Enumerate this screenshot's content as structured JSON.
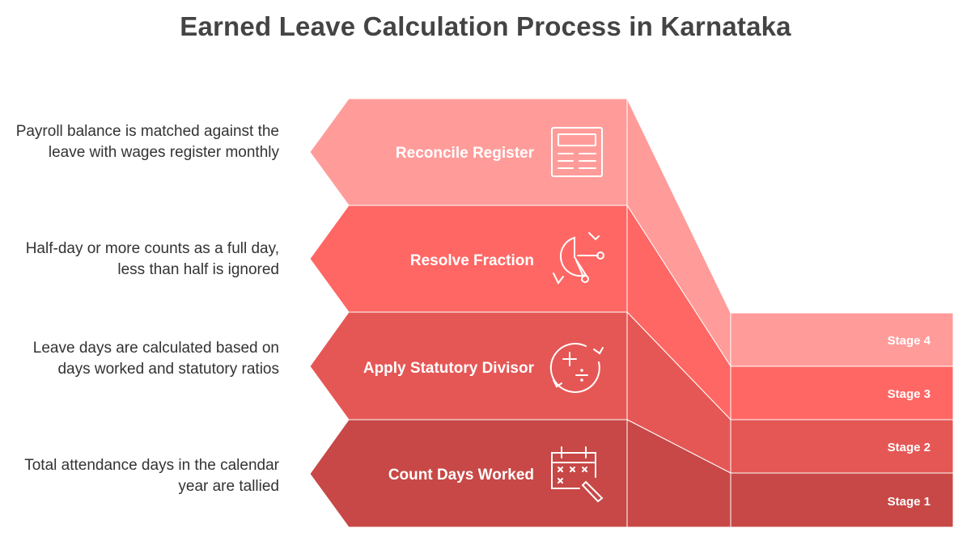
{
  "title": "Earned Leave Calculation Process in Karnataka",
  "colors": {
    "stage4": "#FF9C9A",
    "stage3": "#FF6764",
    "stage2": "#E55755",
    "stage1": "#C74846"
  },
  "steps": [
    {
      "label": "Reconcile Register",
      "description": "Payroll balance is matched against the leave with wages register monthly",
      "icon": "register-icon",
      "stage": "Stage 4"
    },
    {
      "label": "Resolve Fraction",
      "description": "Half-day or more counts as a full day, less than half is ignored",
      "icon": "fraction-icon",
      "stage": "Stage 3"
    },
    {
      "label": "Apply Statutory Divisor",
      "description": "Leave days are calculated based on days worked and statutory ratios",
      "icon": "calculator-icon",
      "stage": "Stage 2"
    },
    {
      "label": "Count Days Worked",
      "description": "Total attendance days in the calendar year are tallied",
      "icon": "calendar-icon",
      "stage": "Stage 1"
    }
  ]
}
